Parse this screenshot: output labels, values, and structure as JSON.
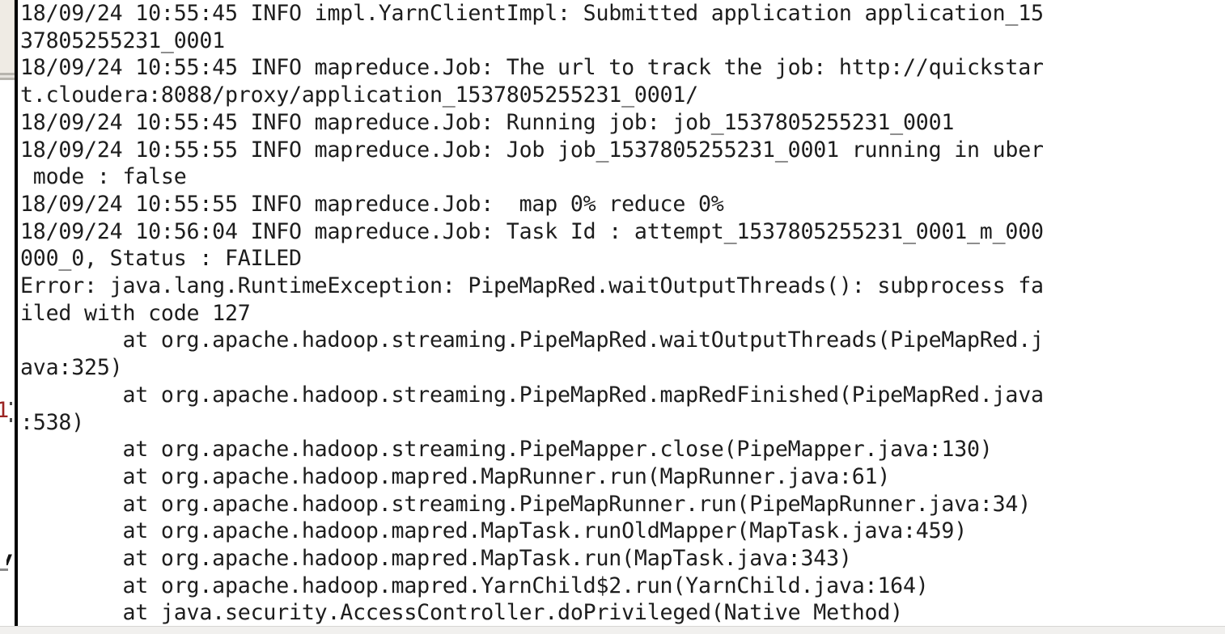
{
  "terminal": {
    "display_lines": [
      "18/09/24 10:55:45 INFO impl.YarnClientImpl: Submitted application application_15",
      "37805255231_0001",
      "18/09/24 10:55:45 INFO mapreduce.Job: The url to track the job: http://quickstar",
      "t.cloudera:8088/proxy/application_1537805255231_0001/",
      "18/09/24 10:55:45 INFO mapreduce.Job: Running job: job_1537805255231_0001",
      "18/09/24 10:55:55 INFO mapreduce.Job: Job job_1537805255231_0001 running in uber",
      " mode : false",
      "18/09/24 10:55:55 INFO mapreduce.Job:  map 0% reduce 0%",
      "18/09/24 10:56:04 INFO mapreduce.Job: Task Id : attempt_1537805255231_0001_m_000",
      "000_0, Status : FAILED",
      "Error: java.lang.RuntimeException: PipeMapRed.waitOutputThreads(): subprocess fa",
      "iled with code 127",
      "        at org.apache.hadoop.streaming.PipeMapRed.waitOutputThreads(PipeMapRed.j",
      "ava:325)",
      "        at org.apache.hadoop.streaming.PipeMapRed.mapRedFinished(PipeMapRed.java",
      ":538)",
      "        at org.apache.hadoop.streaming.PipeMapper.close(PipeMapper.java:130)",
      "        at org.apache.hadoop.mapred.MapRunner.run(MapRunner.java:61)",
      "        at org.apache.hadoop.streaming.PipeMapRunner.run(PipeMapRunner.java:34)",
      "        at org.apache.hadoop.mapred.MapTask.runOldMapper(MapTask.java:459)",
      "        at org.apache.hadoop.mapred.MapTask.run(MapTask.java:343)",
      "        at org.apache.hadoop.mapred.YarnChild$2.run(YarnChild.java:164)",
      "        at java.security.AccessController.doPrivileged(Native Method)"
    ]
  },
  "background_window": {
    "line_marker": "1",
    "partial_char": "v"
  },
  "colors": {
    "terminal_bg": "#ffffff",
    "terminal_text": "#1d1d1d",
    "terminal_border": "#000000",
    "side_panel": "#efebe4",
    "separator_grey": "#b7b4ad",
    "marker_red": "#9b2423",
    "bottom_bar": "#f1f0ee"
  }
}
